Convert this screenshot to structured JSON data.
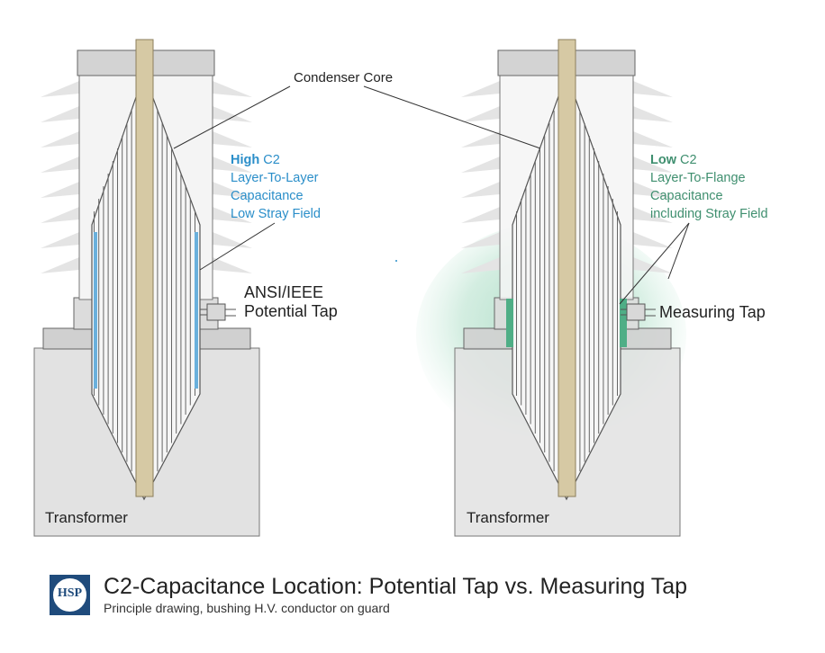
{
  "labels": {
    "condenser_core": "Condenser Core",
    "left_callout": {
      "bold": "High",
      "line1_rest": " C2",
      "line2": "Layer-To-Layer",
      "line3": "Capacitance",
      "line4": "Low Stray Field"
    },
    "right_callout": {
      "bold": "Low",
      "line1_rest": " C2",
      "line2": "Layer-To-Flange",
      "line3": "Capacitance",
      "line4": "including Stray Field"
    },
    "ansi_tap_line1": "ANSI/IEEE",
    "ansi_tap_line2": "Potential Tap",
    "measuring_tap": "Measuring Tap",
    "transformer_left": "Transformer",
    "transformer_right": "Transformer"
  },
  "footer": {
    "logo_text": "HSP",
    "title": "C2-Capacitance Location: Potential Tap vs. Measuring Tap",
    "subtitle": "Principle drawing, bushing H.V. conductor on guard"
  },
  "colors": {
    "blue": "#2a8ec9",
    "green": "#3f8f6f",
    "conductor": "#d6c9a4",
    "flange": "#d0d0d0",
    "transformer": "#e2e2e2",
    "shed": "#e4e4e4",
    "logo": "#1f4b7c"
  }
}
